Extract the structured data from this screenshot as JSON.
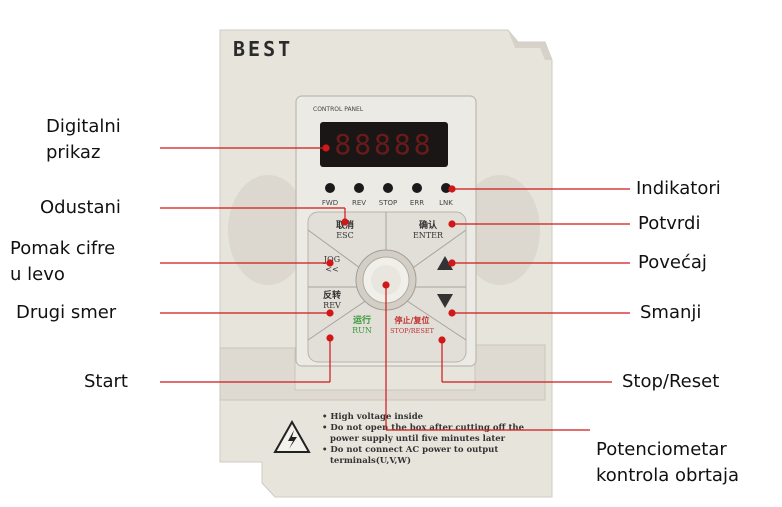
{
  "brand": "BEST",
  "panel_title": "CONTROL PANEL",
  "display_value": "88888",
  "indicators": [
    "FWD",
    "REV",
    "STOP",
    "ERR",
    "LNK"
  ],
  "buttons": {
    "esc": {
      "cn": "取消",
      "en": "ESC"
    },
    "enter": {
      "cn": "确认",
      "en": "ENTER"
    },
    "jog": {
      "cn": "JOG",
      "en": "<<"
    },
    "rev": {
      "cn": "反转",
      "en": "REV"
    },
    "run": {
      "cn": "运行",
      "en": "RUN"
    },
    "stop": {
      "cn": "停止/复位",
      "en": "STOP/RESET"
    }
  },
  "warnings": [
    "• High voltage inside",
    "• Do not open the box after cutting off the",
    "power supply until five minutes later",
    "• Do not connect AC power to output",
    "terminals(U,V,W)"
  ],
  "labels": {
    "digital_display": [
      "Digitalni",
      "prikaz"
    ],
    "cancel": "Odustani",
    "shift_left": [
      "Pomak cifre",
      "u levo"
    ],
    "other_direction": "Drugi smer",
    "start": "Start",
    "indicators": "Indikatori",
    "confirm": "Potvrdi",
    "increase": "Povećaj",
    "decrease": "Smanji",
    "stop_reset": "Stop/Reset",
    "potentiometer": [
      "Potenciometar",
      "kontrola obrtaja"
    ]
  },
  "colors": {
    "leader": "#d01818",
    "body": "#e7e4dc",
    "display": "#1a1616",
    "digits": "#6a1a1a"
  }
}
